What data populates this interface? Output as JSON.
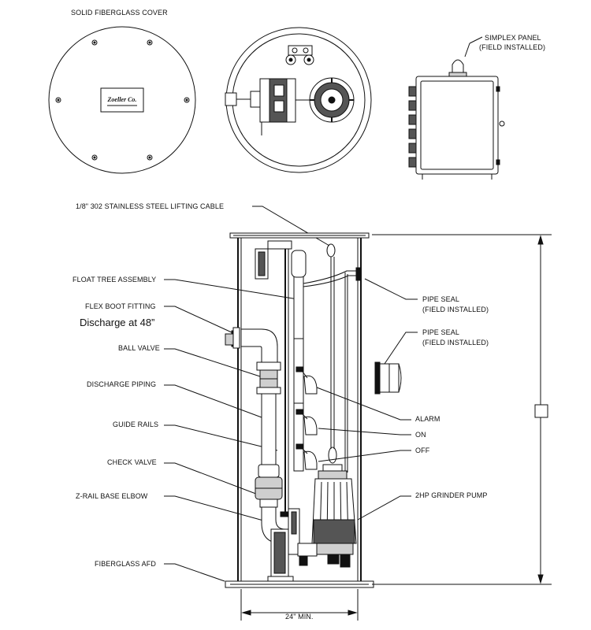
{
  "labels": {
    "solid_cover": "SOLID FIBERGLASS COVER",
    "simplex_panel_1": "SIMPLEX PANEL",
    "simplex_panel_2": "(FIELD INSTALLED)",
    "lifting_cable": "1/8\" 302 STAINLESS STEEL LIFTING CABLE",
    "float_tree": "FLOAT TREE ASSEMBLY",
    "flex_boot": "FLEX BOOT FITTING",
    "discharge_at": "Discharge at 48”",
    "ball_valve": "BALL VALVE",
    "discharge_piping": "DISCHARGE PIPING",
    "guide_rails": "GUIDE RAILS",
    "check_valve": "CHECK VALVE",
    "zrail_elbow": "Z-RAIL BASE ELBOW",
    "fiberglass_afd": "FIBERGLASS AFD",
    "pipe_seal_a_1": "PIPE SEAL",
    "pipe_seal_a_2": "(FIELD INSTALLED)",
    "pipe_seal_b_1": "PIPE SEAL",
    "pipe_seal_b_2": "(FIELD INSTALLED)",
    "alarm": "ALARM",
    "on": "ON",
    "off": "OFF",
    "grinder_pump": "2HP GRINDER PUMP",
    "width_dim": "24\" MIN."
  },
  "logo_text": "Zoeller Co.",
  "colors": {
    "line": "#111111",
    "fill_gray": "#cfcfcf",
    "fill_dark": "#555555"
  }
}
